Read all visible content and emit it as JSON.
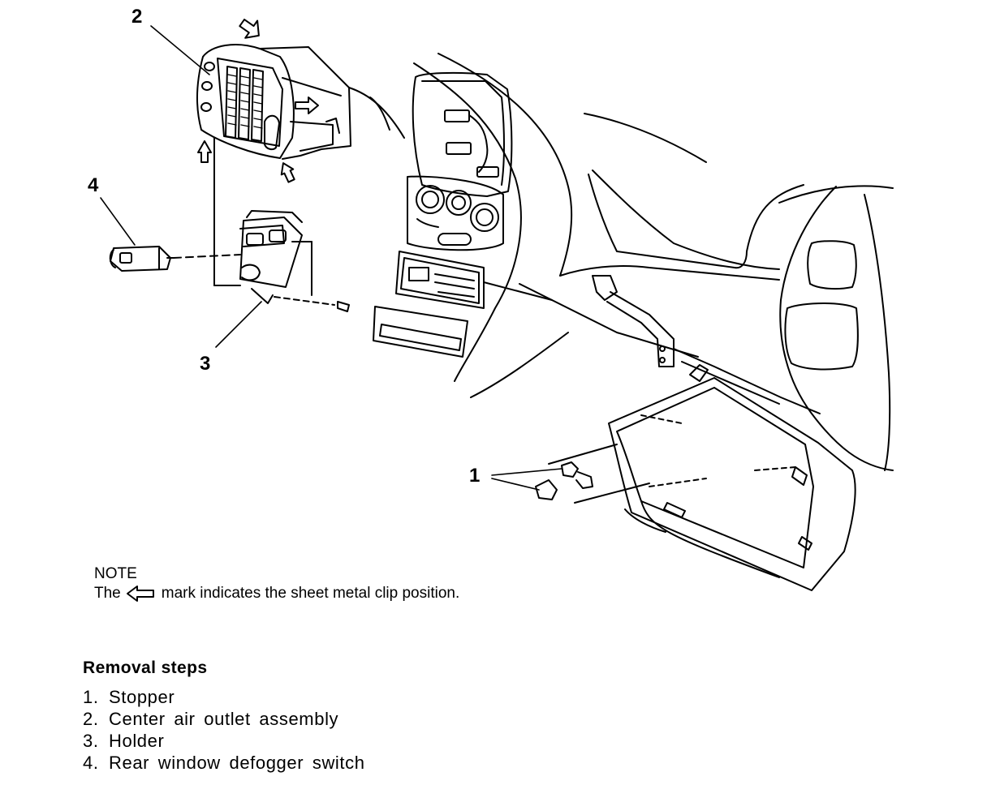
{
  "figure": {
    "callouts": [
      {
        "id": "1",
        "text": "1"
      },
      {
        "id": "2",
        "text": "2"
      },
      {
        "id": "3",
        "text": "3"
      },
      {
        "id": "4",
        "text": "4"
      }
    ],
    "icons": {
      "clip_arrow": "left-arrow-outline-icon"
    }
  },
  "note": {
    "title": "NOTE",
    "prefix": "The",
    "suffix": "mark indicates the sheet metal clip position."
  },
  "removal_steps": {
    "title": "Removal steps",
    "items": [
      {
        "number": "1.",
        "label": "Stopper"
      },
      {
        "number": "2.",
        "label": "Center air outlet assembly"
      },
      {
        "number": "3.",
        "label": "Holder"
      },
      {
        "number": "4.",
        "label": "Rear window defogger switch"
      }
    ]
  }
}
